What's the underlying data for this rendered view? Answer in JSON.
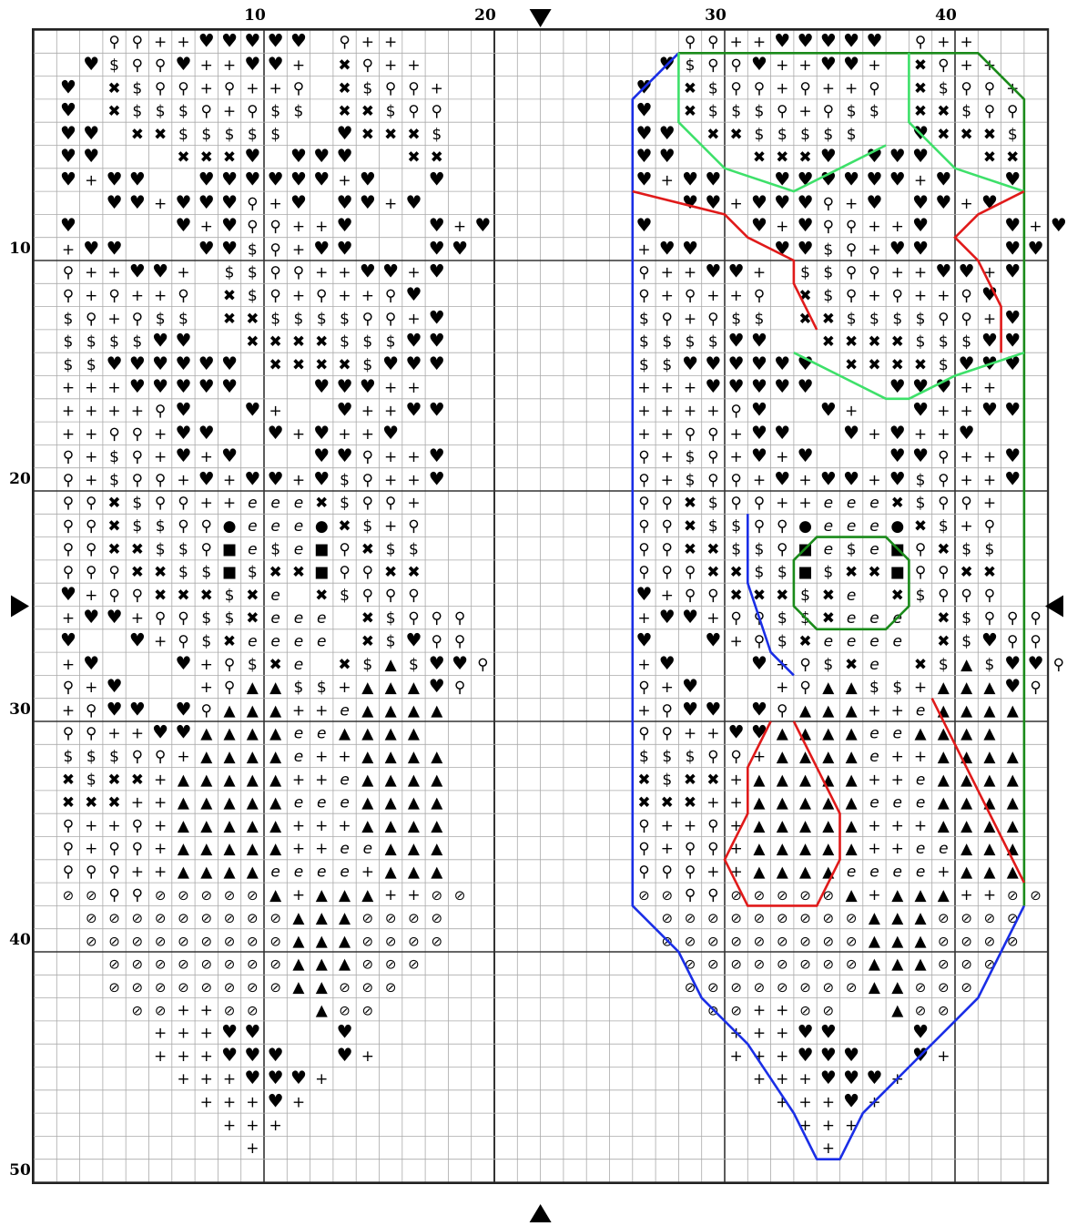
{
  "chart_data": {
    "type": "cross-stitch-chart",
    "columns": 44,
    "rows": 50,
    "x_tick_labels": [
      "10",
      "20",
      "30",
      "40"
    ],
    "y_tick_labels": [
      "10",
      "20",
      "30",
      "40",
      "50"
    ],
    "symbol_key": {
      "H": "heart",
      "+": "plus",
      "N": "needle",
      "$": "dollar",
      "X": "cross",
      ".": "dot",
      "e": "script-e",
      "T": "triangle",
      "B": "square",
      "o": "circle",
      "O": "oval"
    },
    "pattern_rows": [
      "...NN++HHHHH.N++",
      "..H$NNH++HH+.XN++",
      ".H.X$NN+N++N.X$NN+",
      ".H.X$$$N+N$$.XX$NN",
      ".HH.XX$$$$$..HXXX$",
      ".HH...XXXH.HHH..XX",
      ".H+HH..HHHHHH+H..H",
      "...HH+HHHN+H.HH+H.",
      ".H....H+HNN++H...H+H",
      ".+HH...HH$N+HH...HH",
      ".N++HH+.$$NN++HH+H",
      ".N+N++N.X$N+N++NH",
      ".$N+N$$.XX$$$$NN+H",
      ".$$$$HH..XXXX$$$HH",
      ".$$HHHHHH.XXXX$HHH",
      ".+++HHHHH...HHH++",
      ".++++NH..H+..H++HH",
      ".++NN+HH..H+H++H..",
      ".N+$N+H+H...HHN++H.",
      ".N+$NN+H+HH+H$N++H",
      ".NNX$NN++eeeX$NN+",
      ".NNX$$NNoeeeoX$+N",
      ".NNXX$$NBe$eBNX$$",
      ".NNNXX$$B$XXBNNXX",
      ".H+NNXXX$Xe X$NNN",
      ".+HH+NN$$Xeee X$NNN",
      ".H..H+N$Xeeee X$HNN",
      ".+H...H+N$Xe X$T$HHN",
      ".N+H...+NTT$$+TTTHN",
      ".+NHH.HNTTT++eTTTT",
      ".NN++HHTTTTeeTTTT",
      ".$$$NN+TTTTe++TTTT",
      ".X$XX+TTTTT++eTTTT",
      ".XXX++TTTTTeeeTTTT",
      ".N++N+TTTTT+++TTTT",
      ".N+NN+TTTTT++eeTTT",
      ".NNN++TTTTeeee+TTT",
      ".OONNOOOOOT+TTT++OO",
      "..OOOOOOOOOTTTOOOO",
      "..OOOOOOOOOTTTOOOO",
      "...OOOOOOOOTTTOOO",
      "...OOOOOOOOTTOOO",
      "....OO++OO..TOO",
      ".....+++HH...H",
      ".....+++HHH..H+",
      "......+++HHH+",
      ".......+++H+",
      "........+++",
      ".........+",
      ""
    ]
  }
}
